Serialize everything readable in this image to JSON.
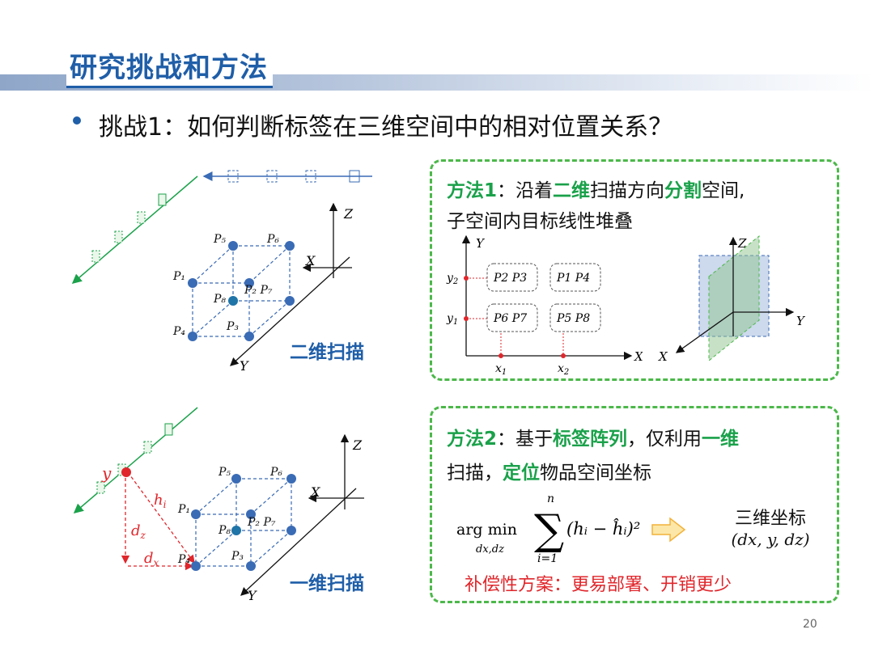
{
  "title": "研究挑战和方法",
  "bullet": "挑战1：如何判断标签在三维空间中的相对位置关系？",
  "top_diagram": {
    "label": "二维扫描",
    "axes": {
      "z": "Z",
      "x": "X",
      "y": "Y"
    },
    "points": [
      "P5",
      "P6",
      "P1",
      "P8",
      "P2",
      "P7",
      "P4",
      "P3"
    ]
  },
  "bottom_diagram": {
    "label": "一维扫描",
    "axes": {
      "z": "Z",
      "x": "X",
      "y": "Y"
    },
    "vars": {
      "y": "y",
      "h": "h",
      "h_sub": "i",
      "dz": "d",
      "dz_sub": "z",
      "dx": "d",
      "dx_sub": "x"
    }
  },
  "method1": {
    "prefix": "方法1",
    "sep": "：沿着",
    "hl1": "二维",
    "mid1": "扫描方向",
    "hl2": "分割",
    "tail": "空间,",
    "line2": "子空间内目标线性堆叠",
    "chart": {
      "y_axis": "Y",
      "x_axis": "X",
      "y_ticks": [
        "y",
        "y"
      ],
      "y_subs": [
        "2",
        "1"
      ],
      "x_ticks": [
        "x",
        "x"
      ],
      "x_subs": [
        "1",
        "2"
      ],
      "cells": [
        [
          "P2 P3",
          "P1 P4"
        ],
        [
          "P6 P7",
          "P5 P8"
        ]
      ]
    },
    "plane3d": {
      "z": "Z",
      "y": "Y",
      "x": "X"
    }
  },
  "method2": {
    "prefix": "方法2",
    "sep": "：基于",
    "hl1": "标签阵列",
    "mid1": "，仅利用",
    "hl2": "一维",
    "line2_pre": "扫描，",
    "hl3": "定位",
    "line2_post": "物品空间坐标",
    "formula": {
      "argmin": "arg min",
      "sub": "dx,dz",
      "sum_top": "n",
      "sum_bottom": "i=1",
      "body": "(hᵢ − ĥᵢ)²"
    },
    "result_title": "三维坐标",
    "result_coords": "(dx, y, dz)",
    "note": "补偿性方案：更易部署、开销更少"
  },
  "page_number": "20"
}
